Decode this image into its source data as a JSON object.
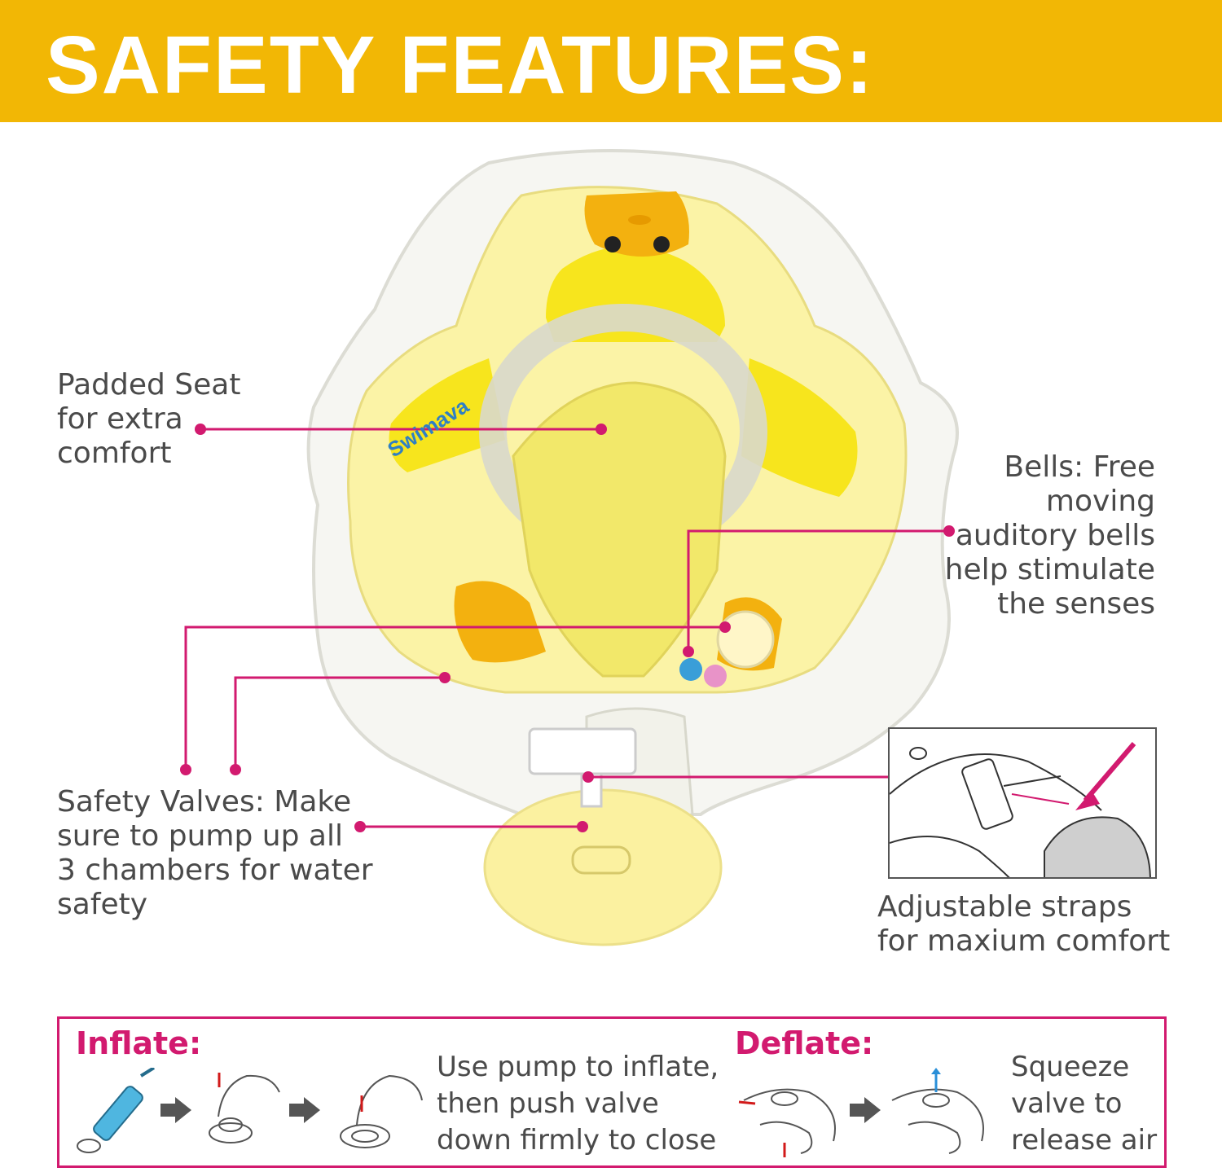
{
  "header": {
    "title": "SAFETY FEATURES:"
  },
  "brand": {
    "logo_text": "Swimava"
  },
  "features": {
    "padded_seat": [
      "Padded Seat",
      "for extra",
      "comfort"
    ],
    "bells": [
      "Bells: Free",
      "moving",
      "auditory bells",
      "help stimulate",
      "the senses"
    ],
    "safety_valves": [
      "Safety Valves: Make",
      "sure to pump up all",
      "3 chambers for water",
      "safety"
    ],
    "straps": [
      "Adjustable straps",
      "for maxium comfort"
    ]
  },
  "instructions": {
    "inflate_title": "Inflate:",
    "inflate_text": [
      "Use pump to inflate,",
      "then push valve",
      "down firmly to close"
    ],
    "deflate_title": "Deflate:",
    "deflate_text": [
      "Squeeze",
      "valve to",
      "release air"
    ]
  },
  "colors": {
    "banner": "#f2b705",
    "accent": "#d21a6f",
    "duck_yellow": "#f7e51d",
    "text": "#4a4a4a"
  }
}
